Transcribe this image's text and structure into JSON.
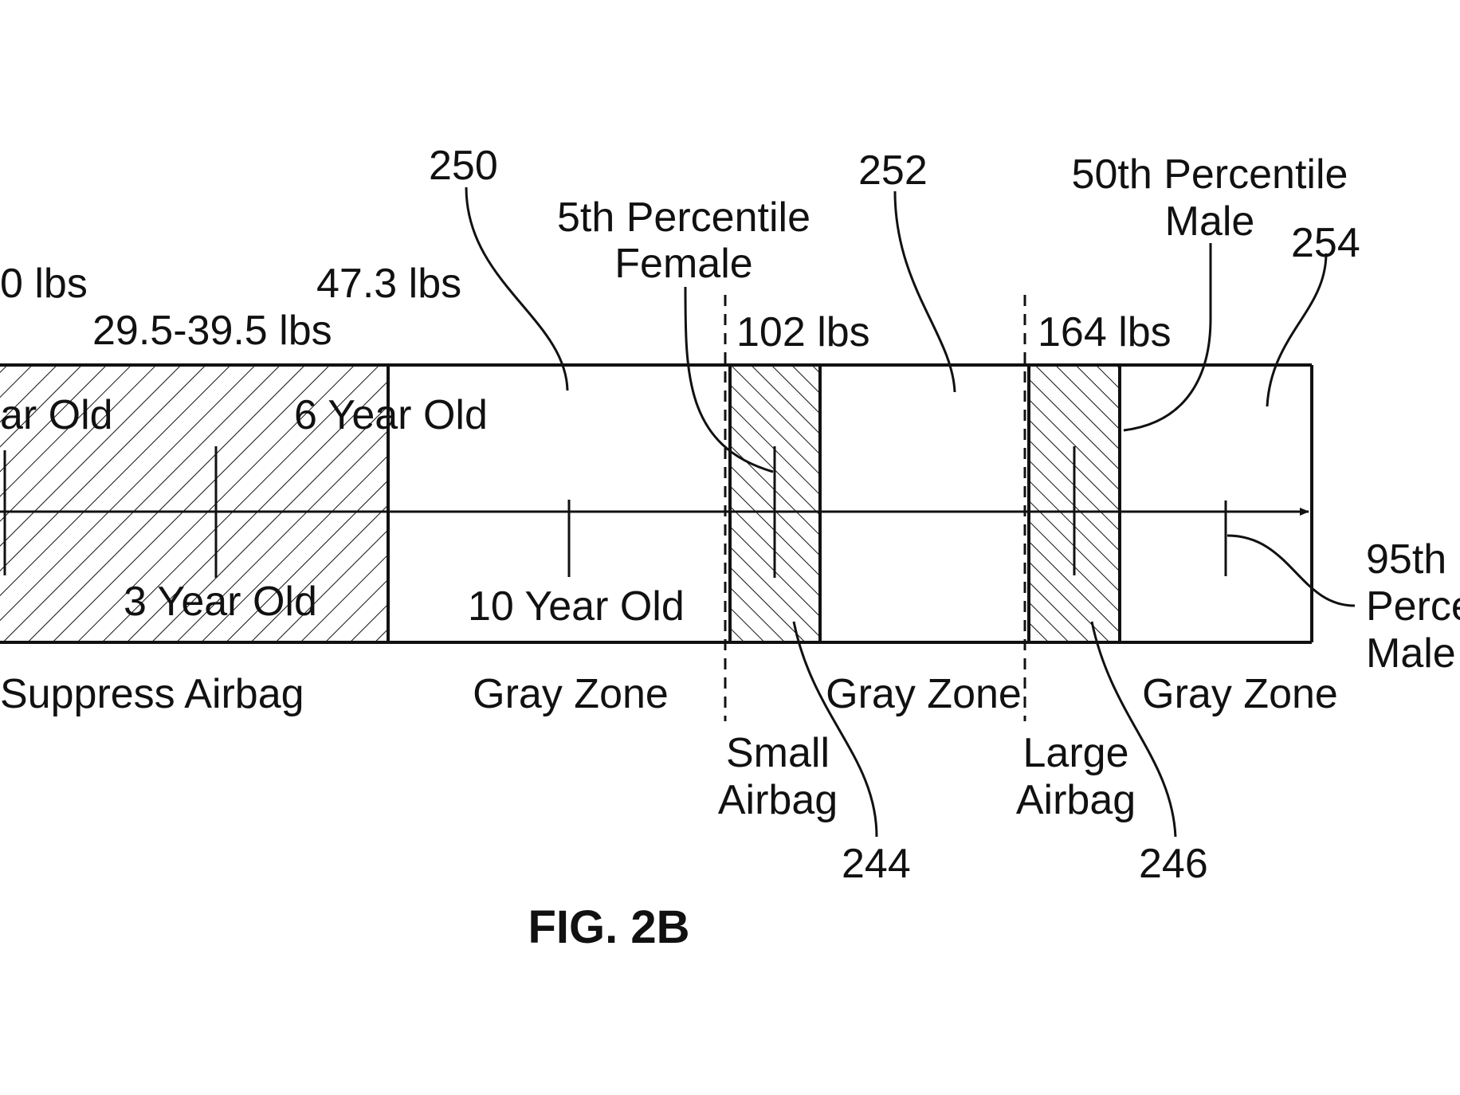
{
  "figure": {
    "caption": "FIG. 2B",
    "weights": {
      "w_left": "0 lbs",
      "w_range": "29.5-39.5 lbs",
      "w_47": "47.3 lbs",
      "w_102": "102 lbs",
      "w_164": "164 lbs"
    },
    "references": {
      "r250": "250",
      "r252": "252",
      "r254": "254",
      "r244": "244",
      "r246": "246"
    },
    "occupants": {
      "left_year_old": "ar Old",
      "six_year": "6 Year Old",
      "three_year": "3 Year Old",
      "ten_year": "10 Year Old",
      "fifth_female_l1": "5th Percentile",
      "fifth_female_l2": "Female",
      "fiftieth_male_l1": "50th Percentile",
      "fiftieth_male_l2": "Male",
      "ninetyfifth_l1": "95th",
      "ninetyfifth_l2": "Perce",
      "ninetyfifth_l3": "Male"
    },
    "zones": {
      "suppress": "Suppress Airbag",
      "gray1": "Gray Zone",
      "gray2": "Gray Zone",
      "gray3": "Gray Zone",
      "small_l1": "Small",
      "small_l2": "Airbag",
      "large_l1": "Large",
      "large_l2": "Airbag"
    }
  }
}
